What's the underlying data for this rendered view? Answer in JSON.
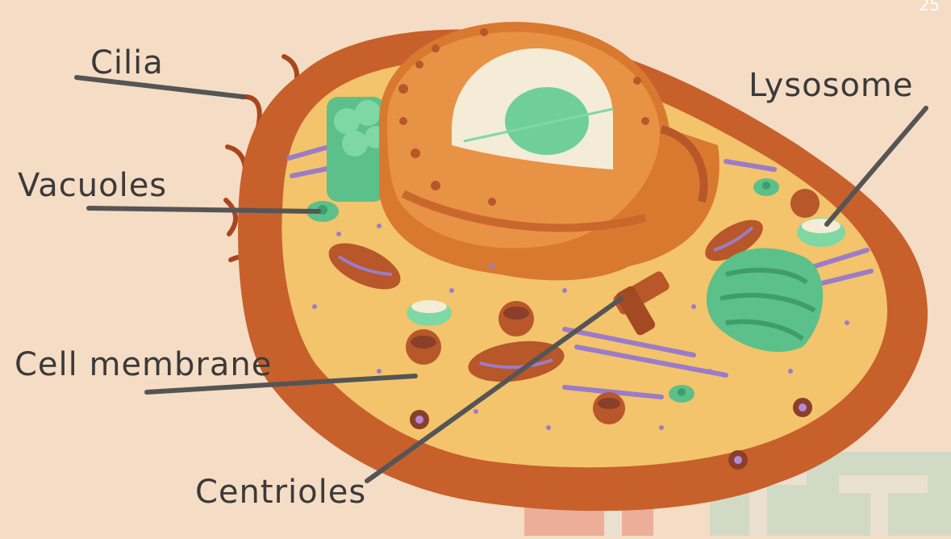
{
  "diagram": {
    "labels": {
      "cilia": "Cilia",
      "lysosome": "Lysosome",
      "vacuoles": "Vacuoles",
      "cell_membrane": "Cell membrane",
      "centrioles": "Centrioles"
    },
    "page_number": "25"
  },
  "colors": {
    "background": "#f5dcc4",
    "membrane_outer": "#c8602c",
    "cytoplasm": "#f3c46b",
    "nucleus": "#e08a3a",
    "nucleolus": "#6fcf97",
    "organelle_green": "#5cc08a",
    "mitochondria": "#b8572a",
    "er_purple": "#9b7cc8",
    "label_text": "#3a3a3a",
    "leader_line": "#555555"
  }
}
